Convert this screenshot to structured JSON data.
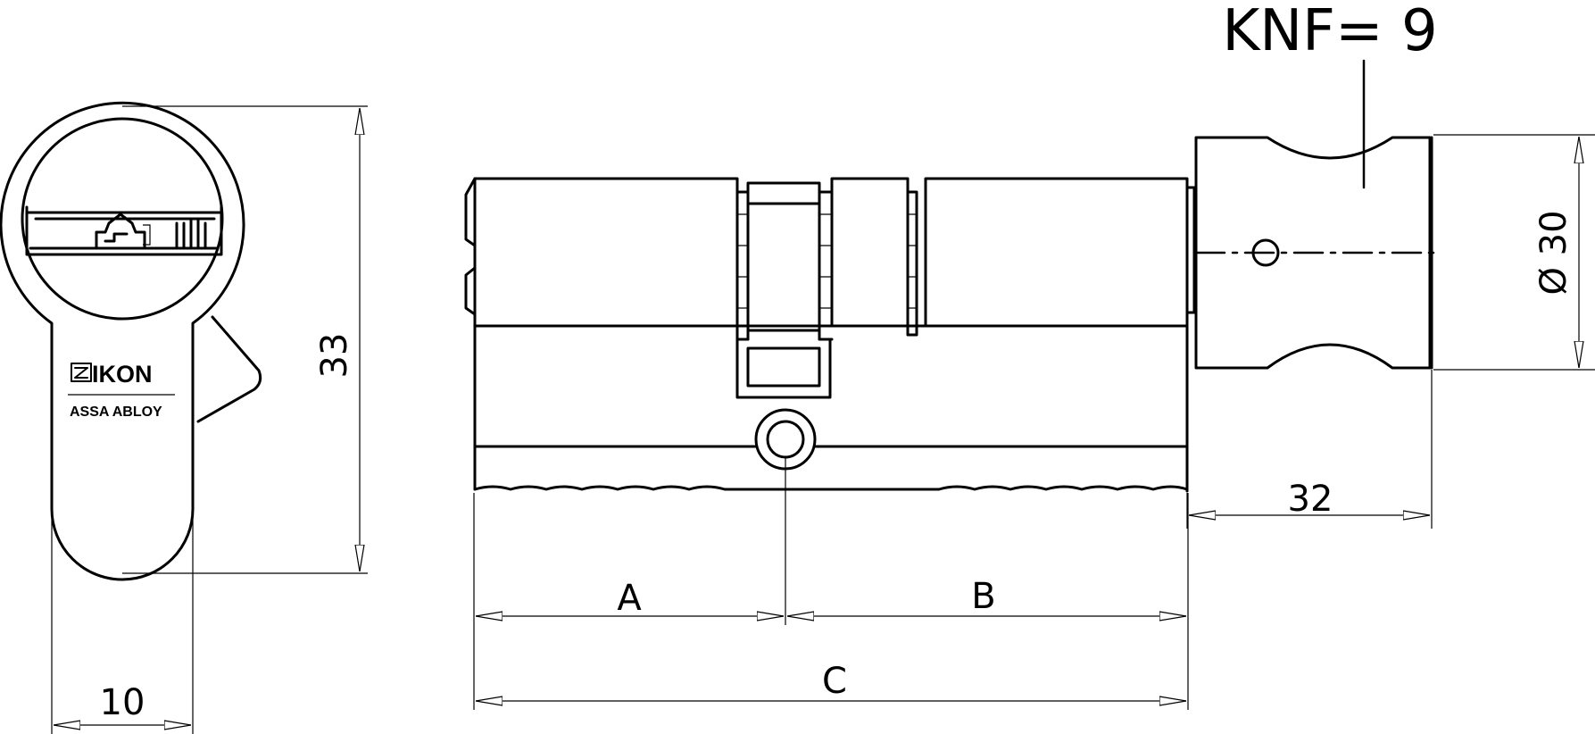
{
  "drawing": {
    "knob_label": "KNF= 9",
    "dimensions": {
      "height": "33",
      "width": "10",
      "length_a": "A",
      "length_b": "B",
      "length_c": "C",
      "knob_length": "32",
      "knob_diameter": "Ø 30"
    },
    "logo": {
      "brand": "IKON",
      "company": "ASSA ABLOY"
    }
  }
}
